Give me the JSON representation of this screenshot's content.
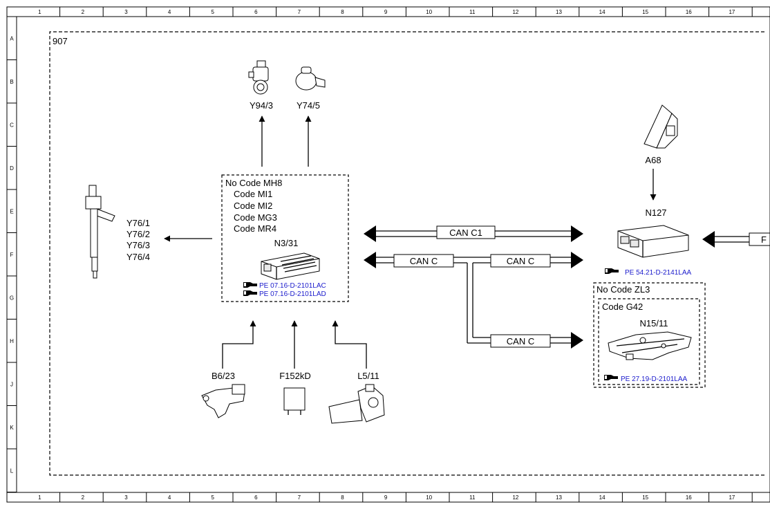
{
  "frame": {
    "columns": [
      "1",
      "2",
      "3",
      "4",
      "5",
      "6",
      "7",
      "8",
      "9",
      "10",
      "11",
      "12",
      "13",
      "14",
      "15",
      "16",
      "17"
    ],
    "rows": [
      "A",
      "B",
      "C",
      "D",
      "E",
      "F",
      "G",
      "H",
      "J",
      "K",
      "L"
    ]
  },
  "diagram": {
    "group_id": "907",
    "ecu_box": {
      "lines": [
        "No Code MH8",
        "Code MI1",
        "Code MI2",
        "Code MG3",
        "Code MR4"
      ],
      "component": "N3/31",
      "refs": [
        "PE 07.16-D-2101LAC",
        "PE 07.16-D-2101LAD"
      ]
    },
    "outputs_top": [
      "Y94/3",
      "Y74/5"
    ],
    "injectors": [
      "Y76/1",
      "Y76/2",
      "Y76/3",
      "Y76/4"
    ],
    "inputs_bottom": [
      "B6/23",
      "F152kD",
      "L5/11"
    ],
    "pedal": "A68",
    "module": {
      "name": "N127",
      "ref": "PE 54.21-D-2141LAA"
    },
    "transmission_box": {
      "outer_label": "No Code ZL3",
      "inner_label": "Code G42",
      "component": "N15/11",
      "ref": "PE 27.19-D-2101LAA"
    },
    "can_labels": [
      "CAN C1",
      "CAN C",
      "CAN C",
      "CAN C"
    ],
    "edge_label": "F"
  }
}
